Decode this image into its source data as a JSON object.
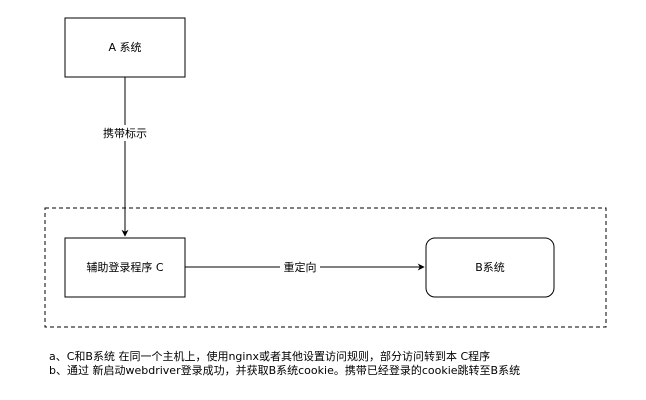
{
  "diagram": {
    "nodes": {
      "system_a": "A 系统",
      "helper_c": "辅助登录程序 C",
      "system_b": "B系统"
    },
    "edges": {
      "a_to_c": "携带标示",
      "c_to_b": "重定向"
    },
    "notes": [
      "a、C和B系统 在同一个主机上，使用nginx或者其他设置访问规则，部分访问转到本 C程序",
      "b、通过 新启动webdriver登录成功，并获取B系统cookie。携带已经登录的cookie跳转至B系统"
    ],
    "colors": {
      "stroke": "#000000",
      "background": "#ffffff"
    }
  }
}
